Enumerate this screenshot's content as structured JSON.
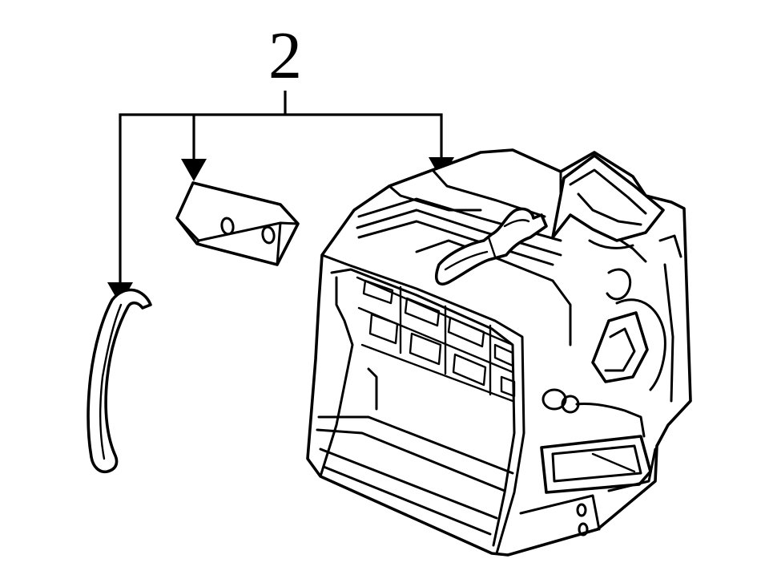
{
  "callout": {
    "number": "2",
    "targets": [
      "hose",
      "foam-seal",
      "heater-box"
    ]
  },
  "parts": {
    "hose": "hose-shape",
    "seal": "foam-seal-shape",
    "housing": "heater-housing-shape"
  },
  "colors": {
    "line": "#000000",
    "background": "#ffffff"
  }
}
